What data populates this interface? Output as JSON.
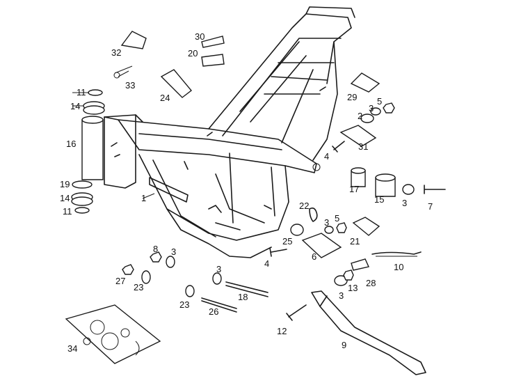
{
  "labels": [
    {
      "id": "l30",
      "text": "30"
    },
    {
      "id": "l32",
      "text": "32"
    },
    {
      "id": "l20",
      "text": "20"
    },
    {
      "id": "l33",
      "text": "33"
    },
    {
      "id": "l24",
      "text": "24"
    },
    {
      "id": "l11a",
      "text": "11"
    },
    {
      "id": "l14a",
      "text": "14"
    },
    {
      "id": "l16",
      "text": "16"
    },
    {
      "id": "l19",
      "text": "19"
    },
    {
      "id": "l14b",
      "text": "14"
    },
    {
      "id": "l11b",
      "text": "11"
    },
    {
      "id": "l1",
      "text": "1"
    },
    {
      "id": "l29",
      "text": "29"
    },
    {
      "id": "l5a",
      "text": "5"
    },
    {
      "id": "l2",
      "text": "2"
    },
    {
      "id": "l3a",
      "text": "3"
    },
    {
      "id": "l31",
      "text": "31"
    },
    {
      "id": "l4a",
      "text": "4"
    },
    {
      "id": "l17",
      "text": "17"
    },
    {
      "id": "l15",
      "text": "15"
    },
    {
      "id": "l3b",
      "text": "3"
    },
    {
      "id": "l7",
      "text": "7"
    },
    {
      "id": "l22",
      "text": "22"
    },
    {
      "id": "l3c",
      "text": "3"
    },
    {
      "id": "l5b",
      "text": "5"
    },
    {
      "id": "l25",
      "text": "25"
    },
    {
      "id": "l21",
      "text": "21"
    },
    {
      "id": "l6",
      "text": "6"
    },
    {
      "id": "l8",
      "text": "8"
    },
    {
      "id": "l3d",
      "text": "3"
    },
    {
      "id": "l4b",
      "text": "4"
    },
    {
      "id": "l10",
      "text": "10"
    },
    {
      "id": "l27",
      "text": "27"
    },
    {
      "id": "l23a",
      "text": "23"
    },
    {
      "id": "l3e",
      "text": "3"
    },
    {
      "id": "l28",
      "text": "28"
    },
    {
      "id": "l13",
      "text": "13"
    },
    {
      "id": "l3f",
      "text": "3"
    },
    {
      "id": "l18",
      "text": "18"
    },
    {
      "id": "l23b",
      "text": "23"
    },
    {
      "id": "l26",
      "text": "26"
    },
    {
      "id": "l12",
      "text": "12"
    },
    {
      "id": "l9",
      "text": "9"
    },
    {
      "id": "l34",
      "text": "34"
    }
  ]
}
